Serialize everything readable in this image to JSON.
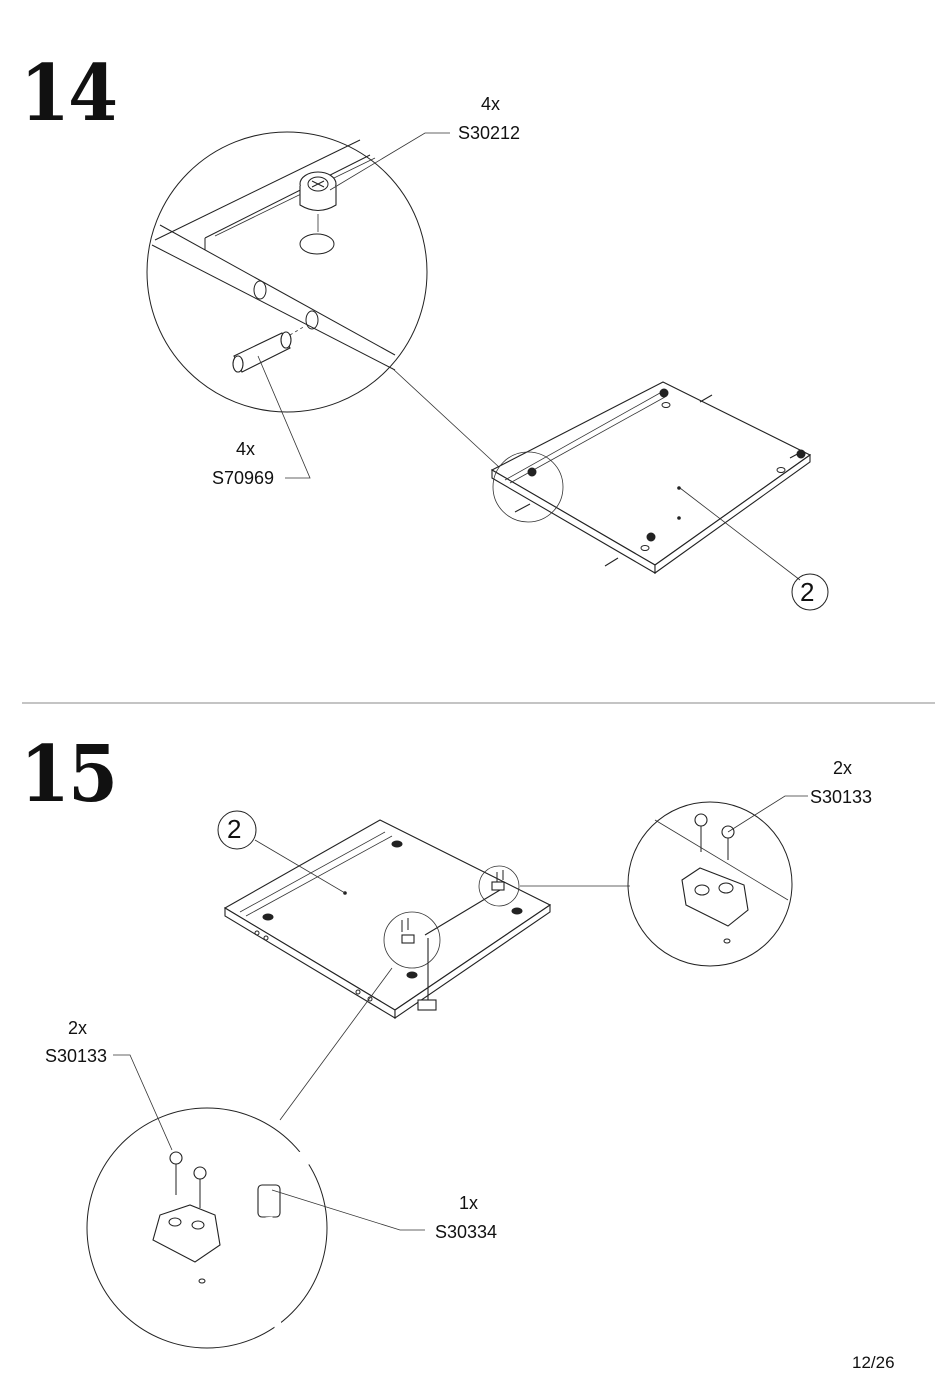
{
  "page_number": "12/26",
  "steps": [
    {
      "number": "14",
      "callouts": [
        {
          "qty": "4x",
          "code": "S30212"
        },
        {
          "qty": "4x",
          "code": "S70969"
        }
      ],
      "panel_id": "2"
    },
    {
      "number": "15",
      "panel_id": "2",
      "callouts": [
        {
          "qty": "2x",
          "code": "S30133"
        },
        {
          "qty": "2x",
          "code": "S30133"
        },
        {
          "qty": "1x",
          "code": "S30334"
        }
      ]
    }
  ]
}
